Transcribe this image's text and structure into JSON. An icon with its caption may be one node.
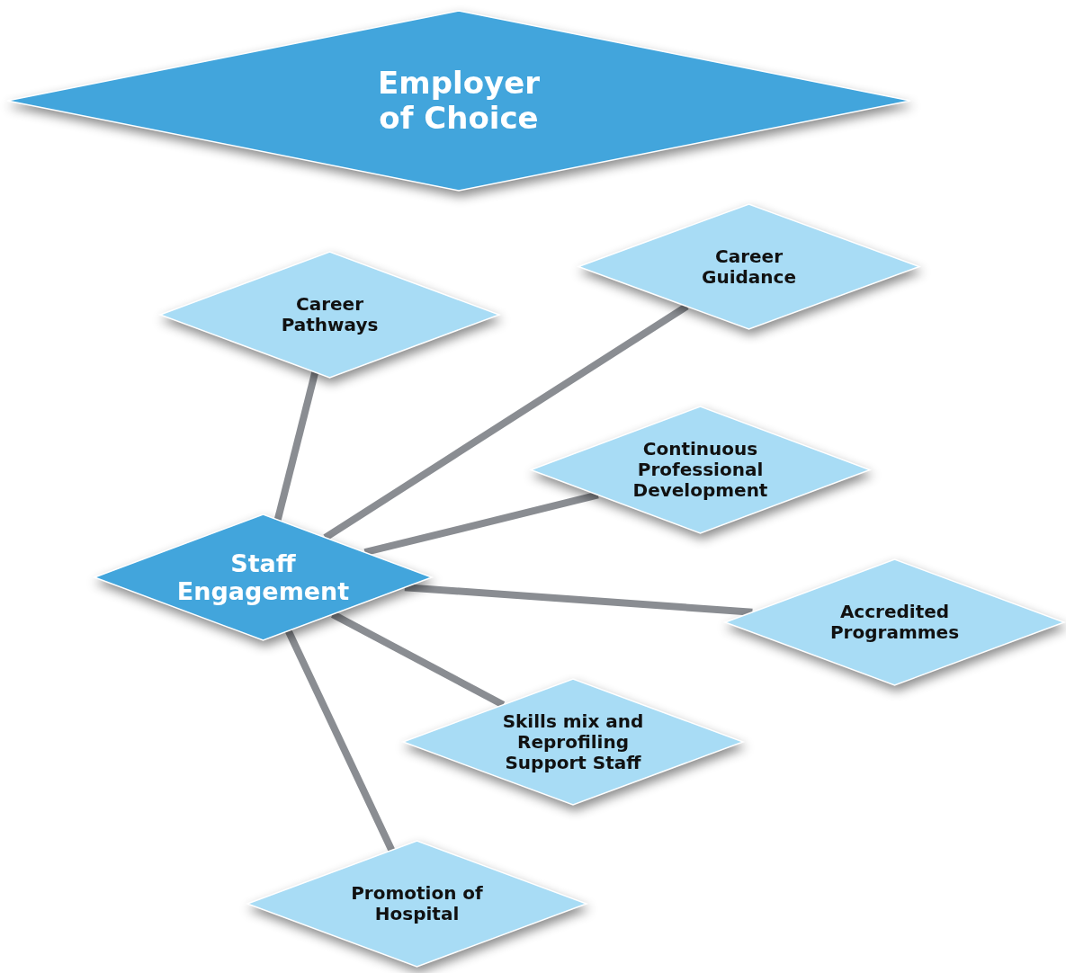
{
  "diagram": {
    "nodes": [
      {
        "text": [
          "Employer of Choice"
        ]
      },
      {
        "text": [
          "Career Pathways"
        ]
      },
      {
        "text": [
          "Career Guidance"
        ]
      },
      {
        "text": [
          "Continuous Professional Development"
        ]
      },
      {
        "text": [
          "Staff Engagement"
        ]
      },
      {
        "text": [
          "Accredited Programmes"
        ]
      },
      {
        "text": [
          "Skills mix and Reprofiling Support Staff"
        ]
      },
      {
        "text": [
          "Promotion of Hospital"
        ]
      }
    ],
    "edges": [
      {
        "from": 4,
        "to": 1,
        "arrow": "none"
      },
      {
        "from": 4,
        "to": 2,
        "arrow": "none"
      },
      {
        "from": 4,
        "to": 3,
        "arrow": "none"
      },
      {
        "from": 4,
        "to": 5,
        "arrow": "none"
      },
      {
        "from": 4,
        "to": 6,
        "arrow": "none"
      },
      {
        "from": 4,
        "to": 7,
        "arrow": "none"
      }
    ]
  }
}
